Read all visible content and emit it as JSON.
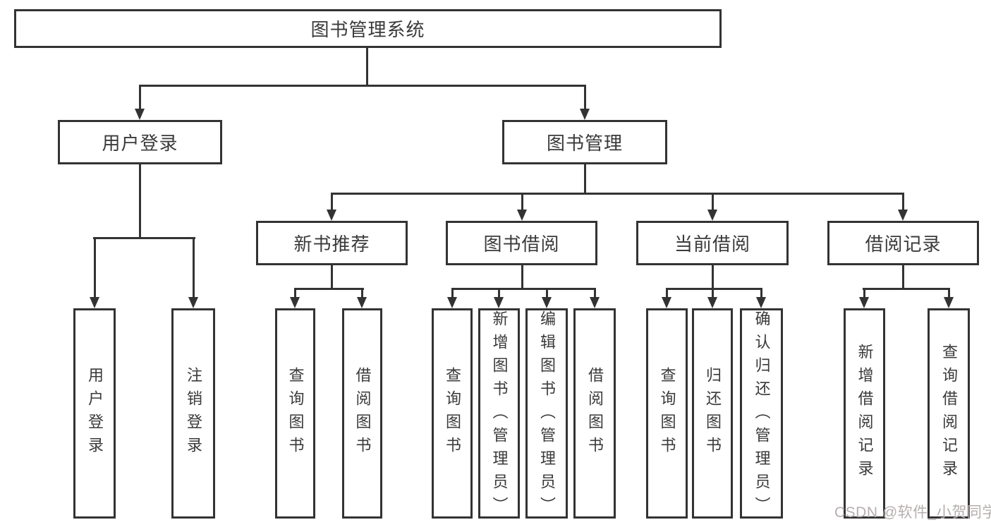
{
  "diagram": {
    "title": "图书管理系统",
    "watermark": "CSDN @软件_小贺同学",
    "colors": {
      "line": "#333333",
      "box_border": "#333333",
      "box_fill": "#ffffff",
      "text": "#3a3a3a",
      "watermark": "#b6aeae"
    },
    "tree": {
      "root": {
        "label": "图书管理系统"
      },
      "branches": [
        {
          "label": "用户登录",
          "children": [
            {
              "label": "用户登录"
            },
            {
              "label": "注销登录"
            }
          ]
        },
        {
          "label": "图书管理",
          "children": [
            {
              "label": "新书推荐",
              "children": [
                {
                  "label": "查询图书"
                },
                {
                  "label": "借阅图书"
                }
              ]
            },
            {
              "label": "图书借阅",
              "children": [
                {
                  "label": "查询图书"
                },
                {
                  "label": "新增图书（管理员）"
                },
                {
                  "label": "编辑图书（管理员）"
                },
                {
                  "label": "借阅图书"
                }
              ]
            },
            {
              "label": "当前借阅",
              "children": [
                {
                  "label": "查询图书"
                },
                {
                  "label": "归还图书"
                },
                {
                  "label": "确认归还（管理员）"
                }
              ]
            },
            {
              "label": "借阅记录",
              "children": [
                {
                  "label": "新增借阅记录"
                },
                {
                  "label": "查询借阅记录"
                }
              ]
            }
          ]
        }
      ]
    }
  }
}
